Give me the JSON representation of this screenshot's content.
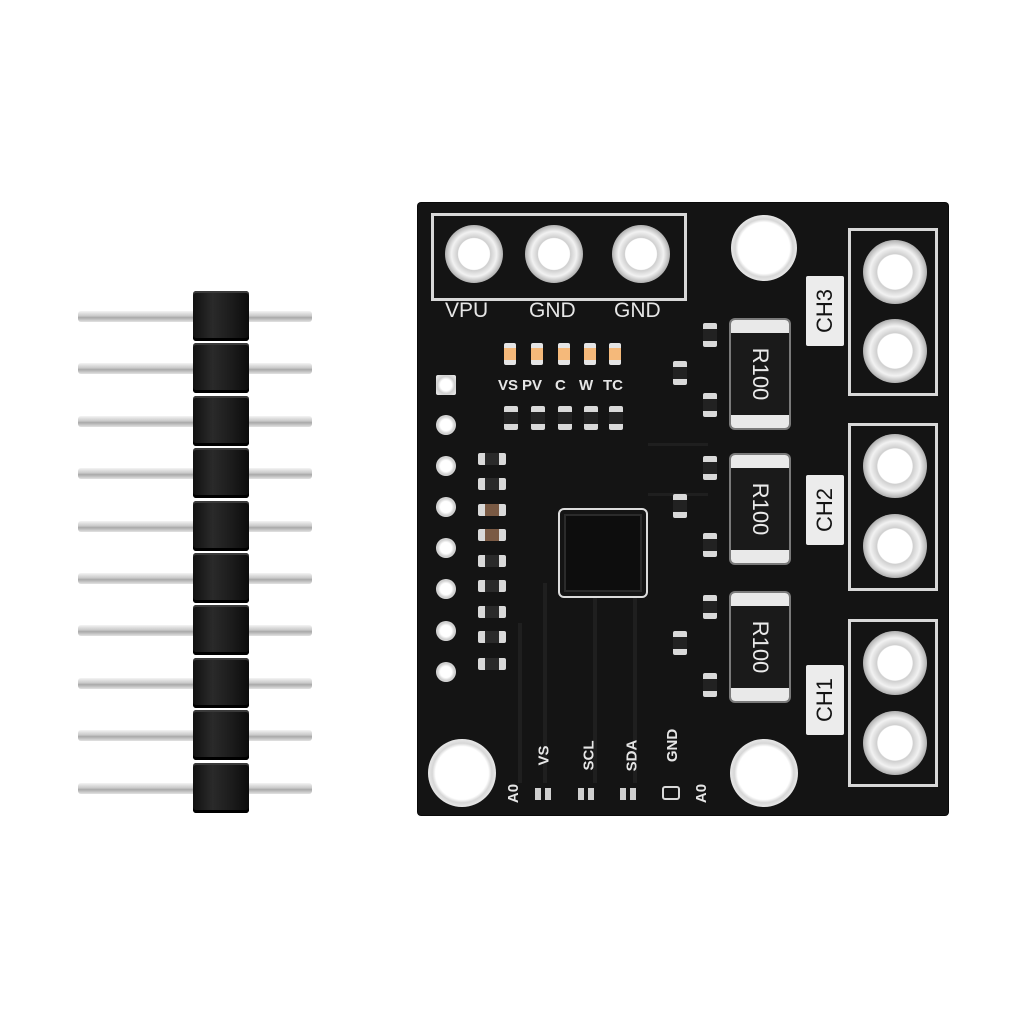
{
  "header_pins": {
    "count": 10
  },
  "board": {
    "top_pins": [
      "VPU",
      "GND",
      "GND"
    ],
    "led_labels": [
      "VS",
      "PV",
      "C",
      "W",
      "TC"
    ],
    "channels": [
      "CH3",
      "CH2",
      "CH1"
    ],
    "resistor_marking": "R100",
    "bottom_labels": [
      "A0",
      "VS",
      "SCL",
      "SDA",
      "GND",
      "A0"
    ],
    "colors": {
      "pcb": "#141414",
      "silkscreen": "#e6e6e6",
      "pad": "#d9d9d9"
    }
  }
}
